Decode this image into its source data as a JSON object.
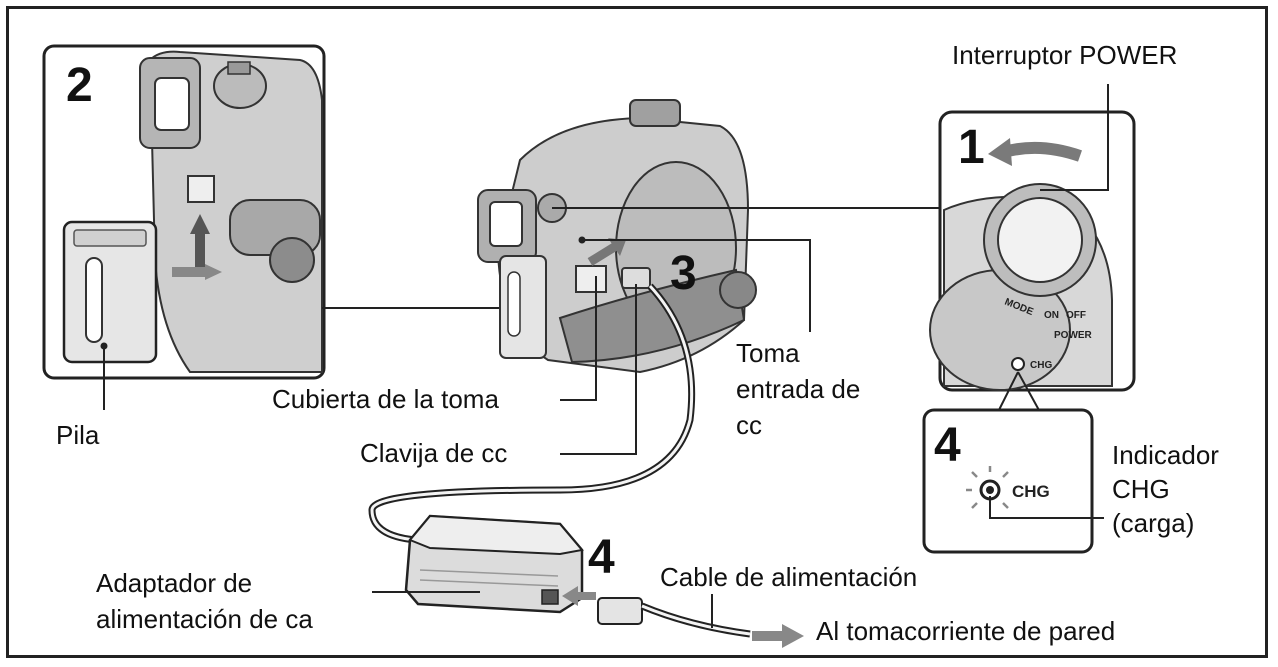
{
  "steps": {
    "inset_battery": "2",
    "power_switch": "1",
    "dc_plug": "3",
    "charge_indicator": "4",
    "ac_adapter": "4"
  },
  "labels": {
    "power_switch": "Interruptor POWER",
    "battery": "Pila",
    "jack_cover": "Cubierta de la toma",
    "dc_plug": "Clavija de cc",
    "dc_in_jack_1": "Toma",
    "dc_in_jack_2": "entrada de",
    "dc_in_jack_3": "cc",
    "chg_indicator_1": "Indicador",
    "chg_indicator_2": "CHG",
    "chg_indicator_3": "(carga)",
    "ac_adapter_1": "Adaptador de",
    "ac_adapter_2": "alimentación de ca",
    "power_cord": "Cable de alimentación",
    "wall_outlet": "Al tomacorriente de pared"
  },
  "device_text": {
    "dial_mode": "MODE",
    "dial_on": "ON",
    "dial_off": "OFF",
    "dial_power": "POWER",
    "chg_small": "CHG",
    "chg_big": "CHG"
  }
}
